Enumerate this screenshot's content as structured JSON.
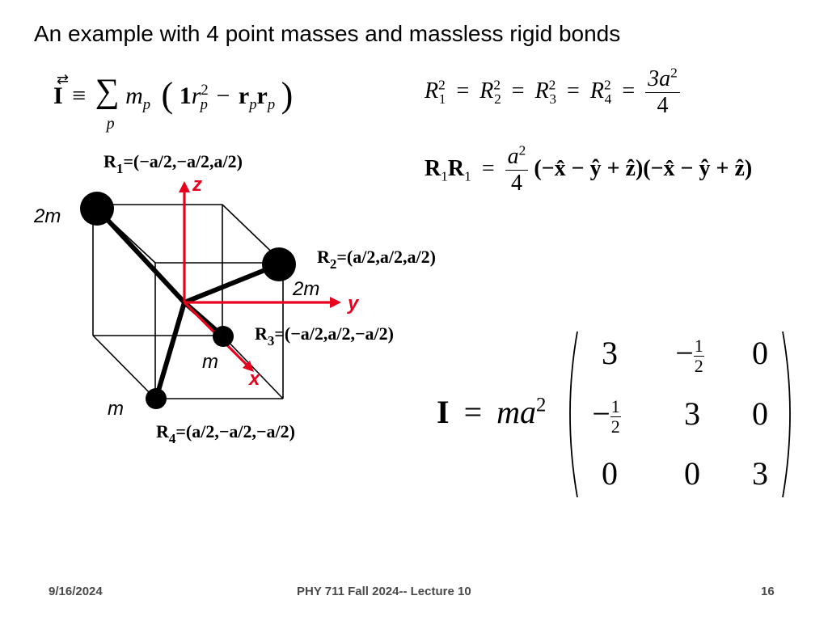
{
  "slide": {
    "title": "An example with 4 point masses and massless rigid bonds"
  },
  "equations": {
    "inertia_definition": {
      "lhs_symbol": "I",
      "operator": "≡",
      "sum_symbol": "∑",
      "sum_index": "p",
      "mass": "m",
      "mass_sub": "p",
      "open_paren": "(",
      "unit": "1",
      "r": "r",
      "r_sub": "p",
      "r_sup": "2",
      "minus": "−",
      "vec_r1": "r",
      "vec_r1_sub": "p",
      "vec_r2": "r",
      "vec_r2_sub": "p",
      "close_paren": ")"
    },
    "radii": {
      "terms": [
        "R",
        "R",
        "R",
        "R"
      ],
      "subs": [
        "1",
        "2",
        "3",
        "4"
      ],
      "sup": "2",
      "equals": "=",
      "numerator": "3a",
      "numerator_sup": "2",
      "denominator": "4"
    },
    "r1r1": {
      "lhs": "R",
      "lhs_sub": "1",
      "lhs2": "R",
      "lhs2_sub": "1",
      "equals": "=",
      "numerator": "a",
      "numerator_sup": "2",
      "denominator": "4",
      "factor1": "(−x̂ − ŷ + ẑ)",
      "factor2": "(−x̂ − ŷ + ẑ)"
    },
    "inertia_result": {
      "lhs": "I",
      "equals": "=",
      "rhs": "ma",
      "rhs_sup": "2",
      "matrix": {
        "r0c0": "3",
        "r0c1_sign": "−",
        "r0c1_num": "1",
        "r0c1_den": "2",
        "r0c2": "0",
        "r1c0_sign": "−",
        "r1c0_num": "1",
        "r1c0_den": "2",
        "r1c1": "3",
        "r1c2": "0",
        "r2c0": "0",
        "r2c1": "0",
        "r2c2": "3"
      }
    }
  },
  "figure": {
    "positions": {
      "R1": {
        "letter": "R",
        "index": "1",
        "value": "=(−a/2,−a/2,a/2)"
      },
      "R2": {
        "letter": "R",
        "index": "2",
        "value": "=(a/2,a/2,a/2)"
      },
      "R3": {
        "letter": "R",
        "index": "3",
        "value": "=(−a/2,a/2,−a/2)"
      },
      "R4": {
        "letter": "R",
        "index": "4",
        "value": "=(a/2,−a/2,−a/2)"
      }
    },
    "mass_labels": {
      "m1": "2m",
      "m2": "2m",
      "m3": "m",
      "m4": "m"
    },
    "axis_labels": {
      "x": "x",
      "y": "y",
      "z": "z"
    },
    "colors": {
      "axes": "#e8001c",
      "cube": "#000000",
      "bonds": "#000000"
    }
  },
  "footer": {
    "date": "9/16/2024",
    "course": "PHY 711  Fall 2024-- Lecture 10",
    "page": "16"
  }
}
